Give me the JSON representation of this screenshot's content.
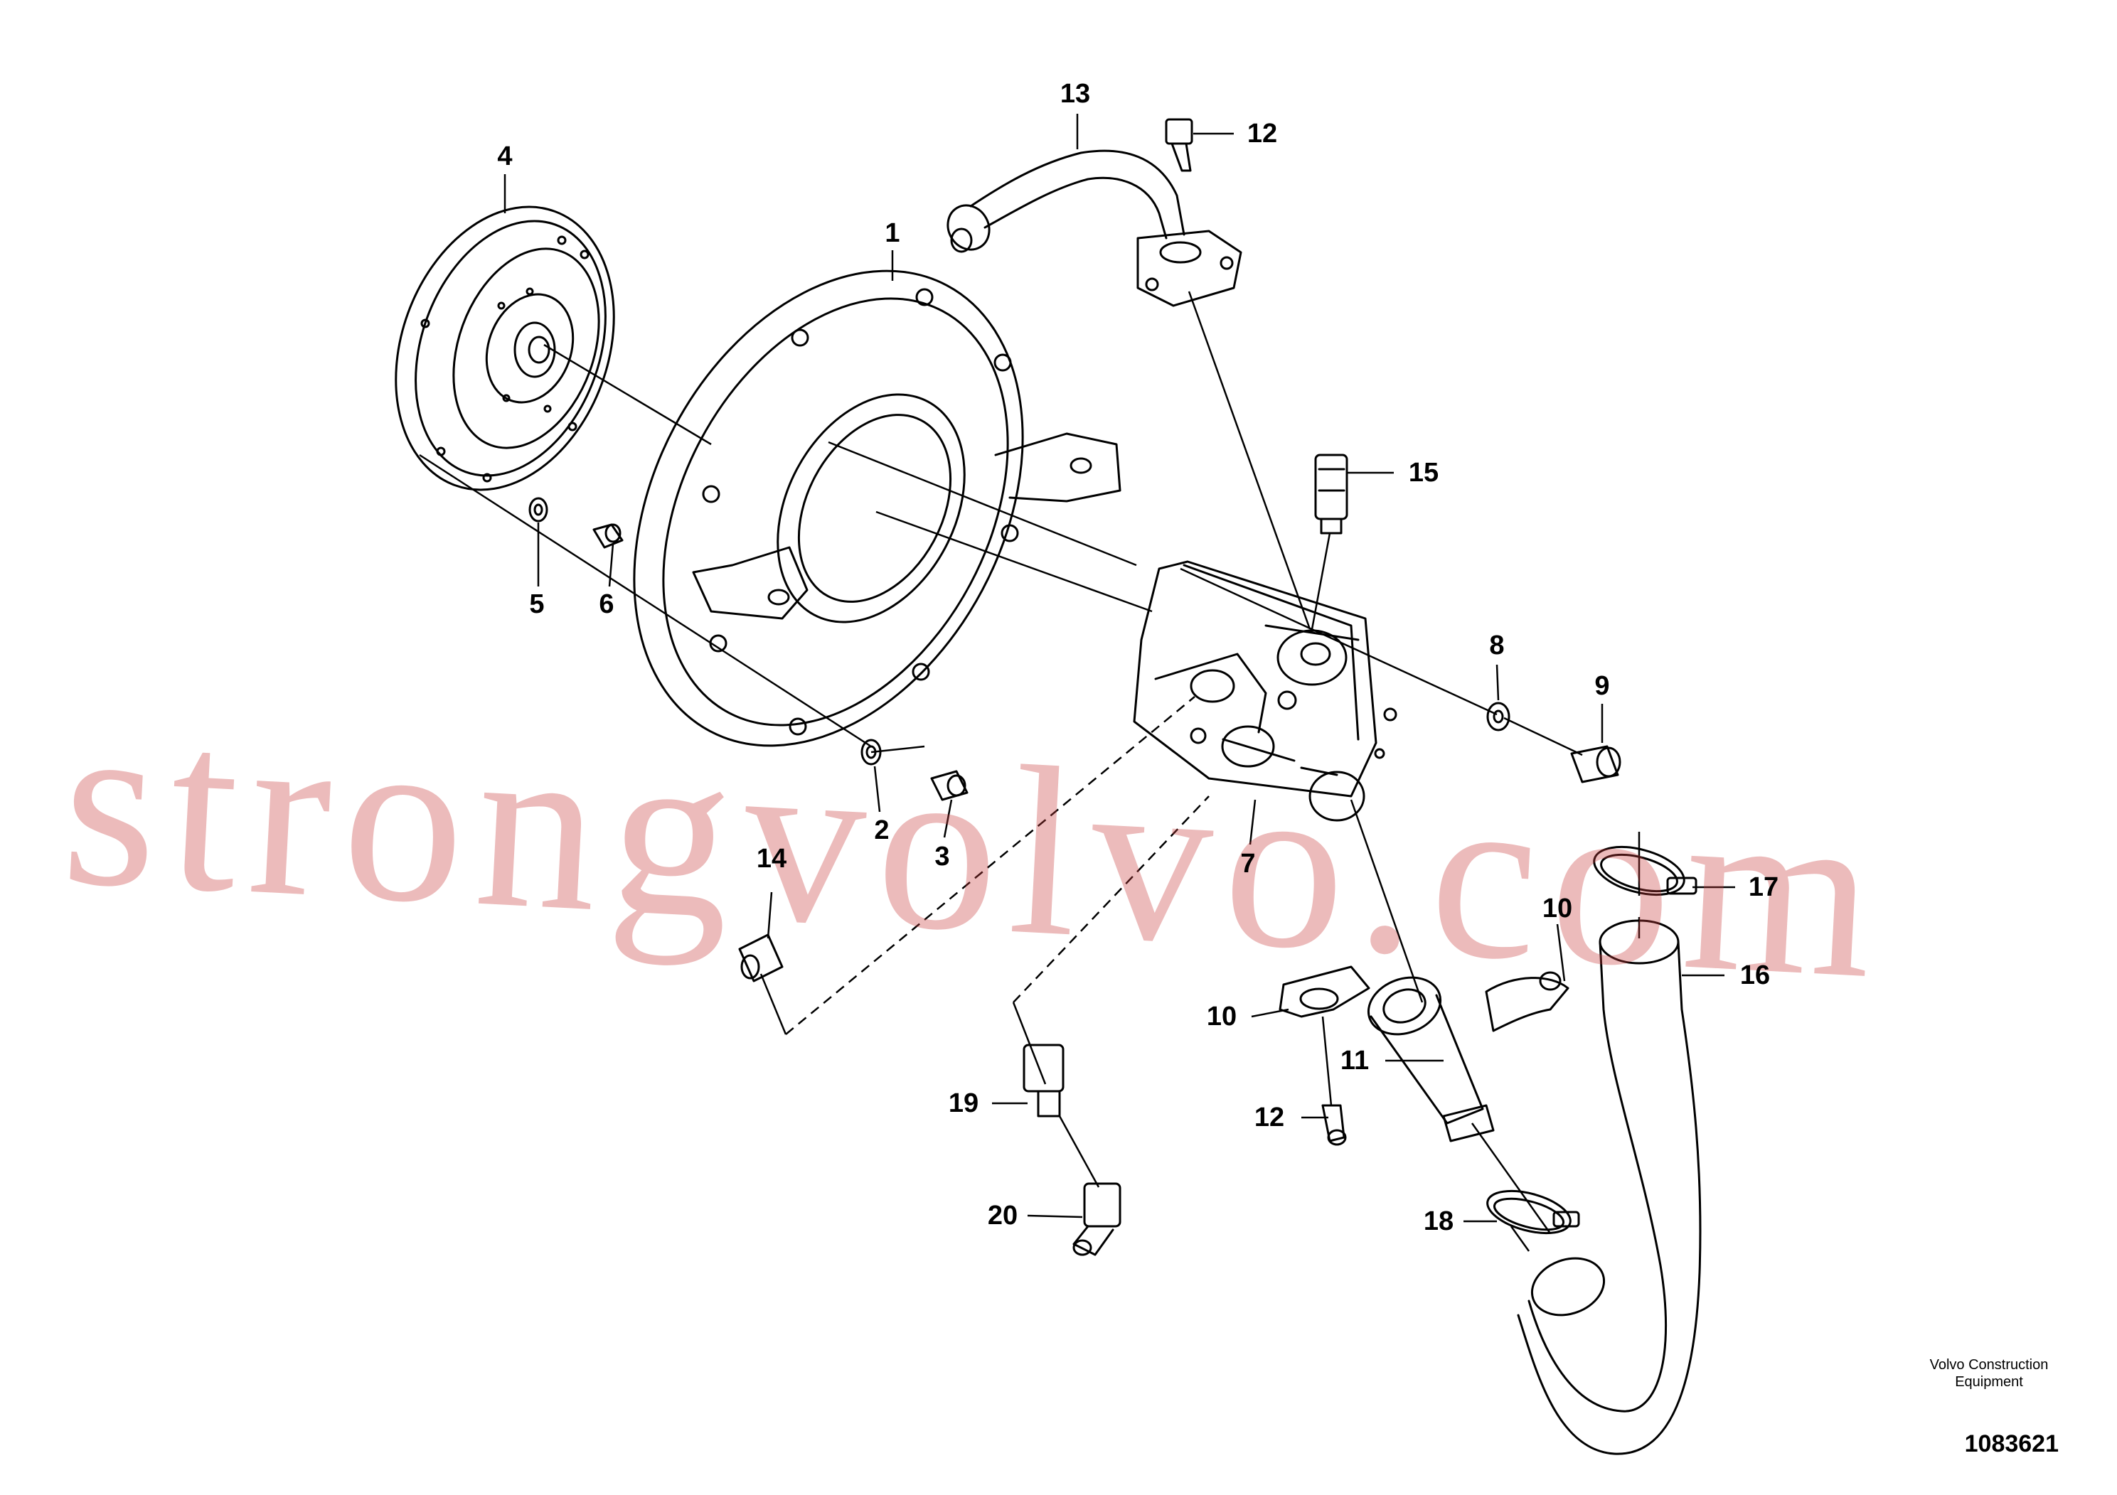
{
  "diagram": {
    "callouts": [
      {
        "label": "1"
      },
      {
        "label": "2"
      },
      {
        "label": "3"
      },
      {
        "label": "4"
      },
      {
        "label": "5"
      },
      {
        "label": "6"
      },
      {
        "label": "7"
      },
      {
        "label": "8"
      },
      {
        "label": "9"
      },
      {
        "label": "10"
      },
      {
        "label": "10"
      },
      {
        "label": "11"
      },
      {
        "label": "12"
      },
      {
        "label": "12"
      },
      {
        "label": "13"
      },
      {
        "label": "14"
      },
      {
        "label": "15"
      },
      {
        "label": "16"
      },
      {
        "label": "17"
      },
      {
        "label": "18"
      },
      {
        "label": "19"
      },
      {
        "label": "20"
      }
    ],
    "manufacturer_line1": "Volvo Construction",
    "manufacturer_line2": "Equipment",
    "document_number": "1083621",
    "watermark": "strongvolvo.com"
  }
}
